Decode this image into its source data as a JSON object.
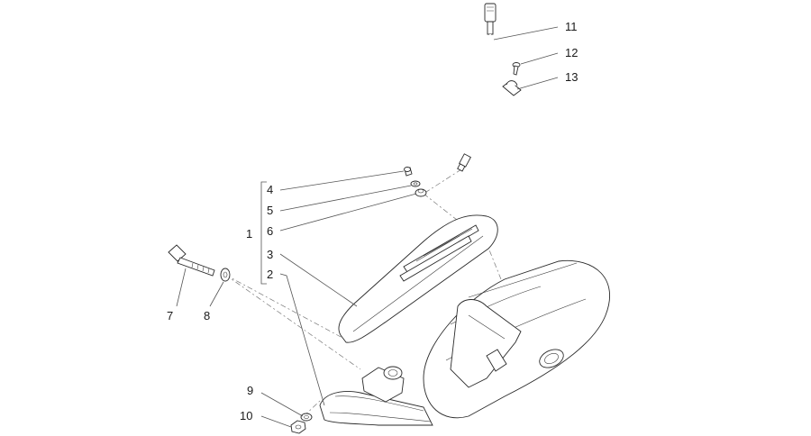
{
  "callouts": {
    "c1": "1",
    "c2": "2",
    "c3": "3",
    "c4": "4",
    "c5": "5",
    "c6": "6",
    "c7": "7",
    "c8": "8",
    "c9": "9",
    "c10": "10",
    "c11": "11",
    "c12": "12",
    "c13": "13"
  },
  "colors": {
    "line": "#555555",
    "outline": "#2a2a2a",
    "background": "#ffffff"
  }
}
